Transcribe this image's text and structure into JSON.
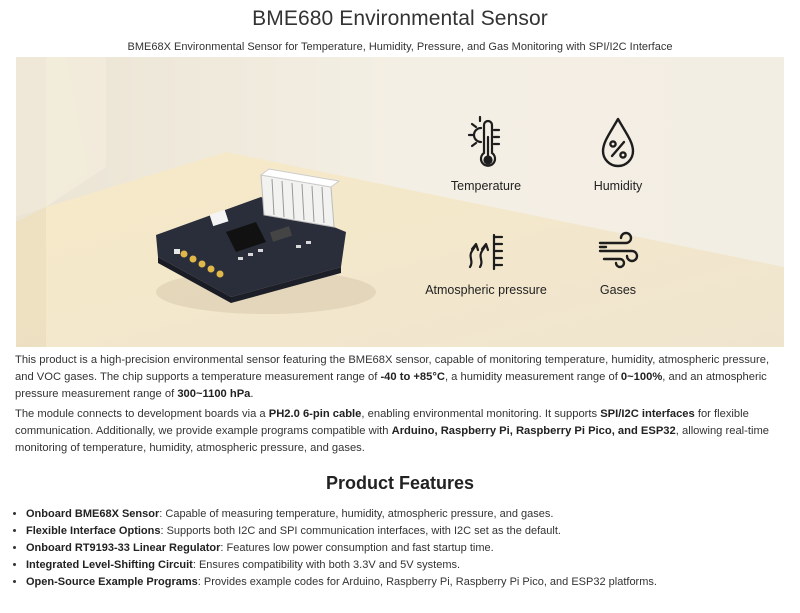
{
  "header": {
    "title": "BME680 Environmental Sensor",
    "subtitle": "BME68X Environmental Sensor for Temperature, Humidity, Pressure, and Gas Monitoring with SPI/I2C Interface"
  },
  "banner": {
    "features": [
      {
        "icon": "thermometer-sun-icon",
        "label": "Temperature"
      },
      {
        "icon": "humidity-drop-icon",
        "label": "Humidity"
      },
      {
        "icon": "pressure-icon",
        "label": "Atmospheric pressure"
      },
      {
        "icon": "wind-gas-icon",
        "label": "Gases"
      }
    ]
  },
  "description": {
    "p1_a": "This product is a high-precision environmental sensor featuring the BME68X sensor, capable of monitoring temperature, humidity, atmospheric pressure, and VOC gases. The chip supports a temperature measurement range of ",
    "p1_b": "-40 to +85°C",
    "p1_c": ", a humidity measurement range of ",
    "p1_d": "0~100%",
    "p1_e": ", and an atmospheric pressure measurement range of ",
    "p1_f": "300~1100 hPa",
    "p1_g": ".",
    "p2_a": "The module connects to development boards via a ",
    "p2_b": "PH2.0 6-pin cable",
    "p2_c": ", enabling environmental monitoring. It supports ",
    "p2_d": "SPI/I2C interfaces",
    "p2_e": " for flexible communication. Additionally, we provide example programs compatible with ",
    "p2_f": "Arduino, Raspberry Pi, Raspberry Pi Pico, and ESP32",
    "p2_g": ", allowing real-time monitoring of temperature, humidity, atmospheric pressure, and gases."
  },
  "features_section": {
    "heading": "Product Features",
    "items": [
      {
        "name": "Onboard BME68X Sensor",
        "text": ": Capable of measuring temperature, humidity, atmospheric pressure, and gases."
      },
      {
        "name": "Flexible Interface Options",
        "text": ": Supports both I2C and SPI communication interfaces, with I2C set as the default."
      },
      {
        "name": "Onboard RT9193-33 Linear Regulator",
        "text": ": Features low power consumption and fast startup time."
      },
      {
        "name": "Integrated Level-Shifting Circuit",
        "text": ": Ensures compatibility with both 3.3V and 5V systems."
      },
      {
        "name": "Open-Source Example Programs",
        "text": ": Provides example codes for Arduino, Raspberry Pi, Raspberry Pi Pico, and ESP32 platforms."
      }
    ]
  }
}
